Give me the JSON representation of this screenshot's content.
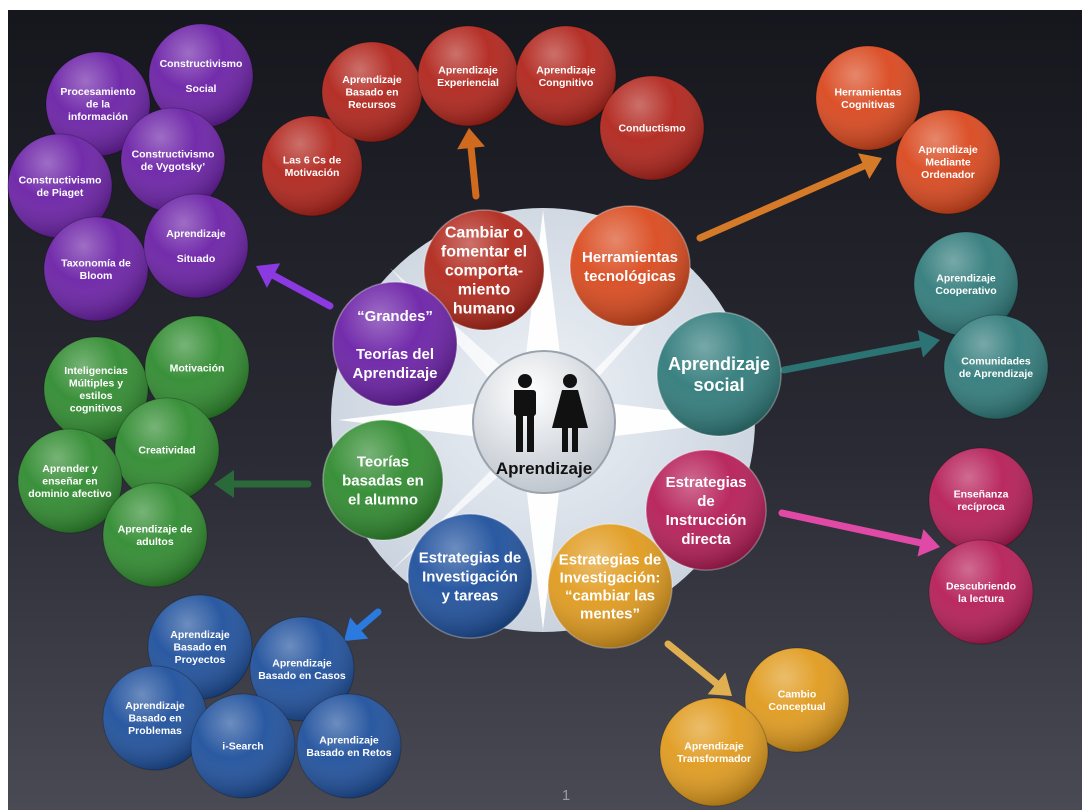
{
  "center": {
    "label": "Aprendizaje",
    "icon": "man-woman-icon"
  },
  "page_number": "1",
  "hubs": [
    {
      "id": "cambiar",
      "lines": [
        "Cambiar o",
        "fomentar el",
        "comporta-",
        "miento",
        "humano"
      ],
      "color": "#b0261a"
    },
    {
      "id": "herramientas",
      "lines": [
        "Herramientas",
        "tecnológicas"
      ],
      "color": "#d9481c"
    },
    {
      "id": "social",
      "lines": [
        "Aprendizaje",
        "social"
      ],
      "color": "#2f7a7a"
    },
    {
      "id": "directa",
      "lines": [
        "Estrategias",
        "de",
        "Instrucción",
        "directa"
      ],
      "color": "#b51c56"
    },
    {
      "id": "cambiar-mentes",
      "lines": [
        "Estrategias de",
        "Investigación:",
        "“cambiar las",
        "mentes”"
      ],
      "color": "#e09a1c"
    },
    {
      "id": "tareas",
      "lines": [
        "Estrategias de",
        "Investigación",
        "y tareas"
      ],
      "color": "#1d4f9c"
    },
    {
      "id": "alumno",
      "lines": [
        "Teorías",
        "basadas en",
        "el alumno"
      ],
      "color": "#2e8a2e"
    },
    {
      "id": "grandes",
      "lines": [
        "“Grandes”",
        "",
        "Teorías del",
        "Aprendizaje"
      ],
      "color": "#6a1fa6"
    }
  ],
  "nodes": [
    {
      "id": "seis-cs",
      "lines": [
        "Las 6 Cs de",
        "Motivación"
      ],
      "color": "#b0231a"
    },
    {
      "id": "recursos",
      "lines": [
        "Aprendizaje",
        "Basado en",
        "Recursos"
      ],
      "color": "#b0231a"
    },
    {
      "id": "experiencial",
      "lines": [
        "Aprendizaje",
        "Experiencial"
      ],
      "color": "#b0231a"
    },
    {
      "id": "cognitivo",
      "lines": [
        "Aprendizaje",
        "Congnitivo"
      ],
      "color": "#b0231a"
    },
    {
      "id": "conductismo",
      "lines": [
        "Conductismo"
      ],
      "color": "#b0231a"
    },
    {
      "id": "herr-cognitivas",
      "lines": [
        "Herramientas",
        "Cognitivas"
      ],
      "color": "#d9461c"
    },
    {
      "id": "ordenador",
      "lines": [
        "Aprendizaje",
        "Mediante",
        "Ordenador"
      ],
      "color": "#d9461c"
    },
    {
      "id": "cooperativo",
      "lines": [
        "Aprendizaje",
        "Cooperativo"
      ],
      "color": "#2f7a7a"
    },
    {
      "id": "comunidades",
      "lines": [
        "Comunidades",
        "de Aprendizaje"
      ],
      "color": "#2f7a7a"
    },
    {
      "id": "reciproca",
      "lines": [
        "Enseñanza",
        "recíproca"
      ],
      "color": "#b51c56"
    },
    {
      "id": "lectura",
      "lines": [
        "Descubriendo",
        "la lectura"
      ],
      "color": "#b51c56"
    },
    {
      "id": "conceptual",
      "lines": [
        "Cambio",
        "Conceptual"
      ],
      "color": "#e09a1c"
    },
    {
      "id": "transformador",
      "lines": [
        "Aprendizaje",
        "Transformador"
      ],
      "color": "#e09a1c"
    },
    {
      "id": "proyectos",
      "lines": [
        "Aprendizaje",
        "Basado en",
        "Proyectos"
      ],
      "color": "#1d4f9c"
    },
    {
      "id": "casos",
      "lines": [
        "Aprendizaje",
        "Basado en Casos"
      ],
      "color": "#1d4f9c"
    },
    {
      "id": "problemas",
      "lines": [
        "Aprendizaje",
        "Basado en",
        "Problemas"
      ],
      "color": "#1d4f9c"
    },
    {
      "id": "isearch",
      "lines": [
        "i-Search"
      ],
      "color": "#1d4f9c"
    },
    {
      "id": "retos",
      "lines": [
        "Aprendizaje",
        "Basado en Retos"
      ],
      "color": "#1d4f9c"
    },
    {
      "id": "inteligencias",
      "lines": [
        "Inteligencias",
        "Múltiples y",
        "estilos",
        "cognitivos"
      ],
      "color": "#2e8a2e"
    },
    {
      "id": "motivacion",
      "lines": [
        "Motivación"
      ],
      "color": "#2e8a2e"
    },
    {
      "id": "creatividad",
      "lines": [
        "Creatividad"
      ],
      "color": "#2e8a2e"
    },
    {
      "id": "afectivo",
      "lines": [
        "Aprender y",
        "enseñar en",
        "dominio  afectivo"
      ],
      "color": "#2e8a2e"
    },
    {
      "id": "adultos",
      "lines": [
        "Aprendizaje de",
        "adultos"
      ],
      "color": "#2e8a2e"
    },
    {
      "id": "procesamiento",
      "lines": [
        "Procesamiento",
        "de la",
        "información"
      ],
      "color": "#6a1fa6"
    },
    {
      "id": "social-const",
      "lines": [
        "Constructivismo",
        "",
        "Social"
      ],
      "color": "#6a1fa6"
    },
    {
      "id": "piaget",
      "lines": [
        "Constructivismo",
        "de Piaget"
      ],
      "color": "#6a1fa6"
    },
    {
      "id": "vygotsky",
      "lines": [
        "Constructivismo",
        "de Vygotsky’"
      ],
      "color": "#6a1fa6"
    },
    {
      "id": "bloom",
      "lines": [
        "Taxonomía de",
        "Bloom"
      ],
      "color": "#6a1fa6"
    },
    {
      "id": "situado",
      "lines": [
        "Aprendizaje",
        "",
        "Situado"
      ],
      "color": "#6a1fa6"
    }
  ],
  "arrows": [
    {
      "id": "to-red",
      "color": "#d06a1e"
    },
    {
      "id": "to-orange",
      "color": "#d47a28"
    },
    {
      "id": "to-teal",
      "color": "#2c7373"
    },
    {
      "id": "to-pink",
      "color": "#e04aa6"
    },
    {
      "id": "to-gold",
      "color": "#e0b050"
    },
    {
      "id": "to-blue",
      "color": "#2a7ae0"
    },
    {
      "id": "to-green",
      "color": "#2a6a3a"
    },
    {
      "id": "to-purple",
      "color": "#8a3ae0"
    }
  ]
}
